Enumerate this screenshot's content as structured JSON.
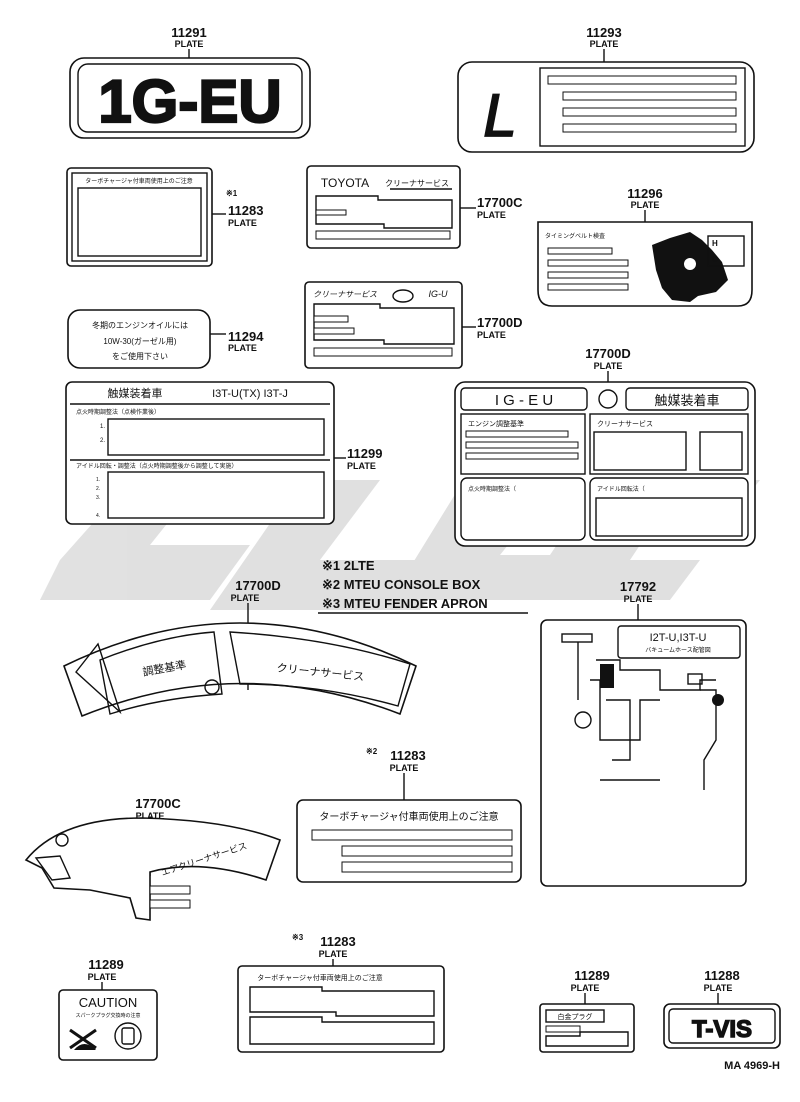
{
  "watermark": "SL90",
  "parts": {
    "p11291": {
      "number": "11291",
      "label": "PLATE",
      "text": "1G-EU"
    },
    "p11293": {
      "number": "11293",
      "label": "PLATE",
      "text": "L"
    },
    "p11283a": {
      "number": "11283",
      "label": "PLATE",
      "mark": "※1",
      "text": "ターボチャージャ付車両使用上のご注意"
    },
    "p17700c_top": {
      "number": "17700C",
      "label": "PLATE",
      "brand": "TOYOTA",
      "text": "クリーナサービス"
    },
    "p11296": {
      "number": "11296",
      "label": "PLATE",
      "text": "タイミングベルト検査"
    },
    "p11294": {
      "number": "11294",
      "label": "PLATE",
      "line1": "冬期のエンジンオイルには",
      "line2": "10W-30(ガーゼル用)",
      "line3": "をご使用下さい"
    },
    "p17700d_mid": {
      "number": "17700D",
      "label": "PLATE",
      "text": "クリーナサービス",
      "model": "IG-U"
    },
    "p11299": {
      "number": "11299",
      "label": "PLATE",
      "title": "触媒装着車",
      "models": "I3T-U(TX)  I3T-J",
      "row1": "点火時期調整法（点検作業後）",
      "n1": "1.",
      "n2": "2.",
      "row2": "アイドル回転・調整法（点火時期調整後から調整して実施）",
      "n3": "1.",
      "n4": "2.",
      "n5": "3.",
      "n6": "4."
    },
    "p17700d_right": {
      "number": "17700D",
      "label": "PLATE",
      "left": "I G - E U",
      "right": "触媒装着車",
      "box1": "エンジン調整基準",
      "box2": "クリーナサービス",
      "box3": "点火時期調整法（",
      "box4": "アイドル回転法（"
    },
    "legend": {
      "line1": "※1 2LTE",
      "line2": "※2 MTEU CONSOLE BOX",
      "line3": "※3 MTEU FENDER APRON"
    },
    "p17700d_arc": {
      "number": "17700D",
      "label": "PLATE",
      "left": "調整基準",
      "right": "クリーナサービス"
    },
    "p17792": {
      "number": "17792",
      "label": "PLATE",
      "model": "I2T-U,I3T-U",
      "sub": "バキュームホース配管図"
    },
    "p11283b": {
      "number": "11283",
      "label": "PLATE",
      "mark": "※2",
      "text": "ターボチャージャ付車両使用上のご注意"
    },
    "p17700c_arc": {
      "number": "17700C",
      "label": "PLATE",
      "text": "エアクリーナサービス"
    },
    "p11283c": {
      "number": "11283",
      "label": "PLATE",
      "mark": "※3",
      "text": "ターボチャージャ付車両使用上のご注意"
    },
    "p11289a": {
      "number": "11289",
      "label": "PLATE",
      "title": "CAUTION",
      "sub": "スパークプラグ交換時の注意"
    },
    "p11289b": {
      "number": "11289",
      "label": "PLATE",
      "text": "白金プラグ"
    },
    "p11288": {
      "number": "11288",
      "label": "PLATE",
      "text": "T-VIS"
    }
  },
  "figure_code": "MA 4969-H"
}
